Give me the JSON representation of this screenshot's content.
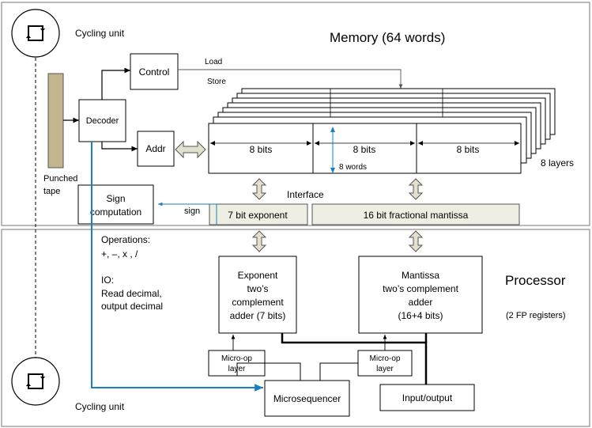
{
  "cycling_unit_top": "Cycling unit",
  "cycling_unit_bottom": "Cycling unit",
  "memory_title": "Memory (64 words)",
  "processor_title": "Processor",
  "processor_subtitle": "(2 FP registers)",
  "control": "Control",
  "decoder": "Decoder",
  "addr": "Addr",
  "load": "Load",
  "store": "Store",
  "punched_tape_line1": "Punched",
  "punched_tape_line2": "tape",
  "sign_computation_line1": "Sign",
  "sign_computation_line2": "computation",
  "sign": "sign",
  "interface": "Interface",
  "memory_bits": [
    "8 bits",
    "8 bits",
    "8 bits"
  ],
  "words": "8 words",
  "layers": "8 layers",
  "exponent_field": "7 bit exponent",
  "mantissa_field": "16 bit fractional mantissa",
  "operations_line1": "Operations:",
  "operations_line2": "+, –, x , /",
  "io_line1": "IO:",
  "io_line2": "Read decimal,",
  "io_line3": "output decimal",
  "exponent_adder": [
    "Exponent",
    "two’s",
    "complement",
    "adder (7 bits)"
  ],
  "mantissa_adder": [
    "Mantissa",
    "two’s complement",
    "adder",
    "(16+4 bits)"
  ],
  "microop_left": [
    "Micro-op",
    "layer"
  ],
  "microop_right": [
    "Micro-op",
    "layer"
  ],
  "microsequencer": "Microsequencer",
  "input_output": "Input/output",
  "colors": {
    "tape": "#c3b58d",
    "field": "#eeeee2",
    "arrow_fill": "#e3e0cd",
    "blue": "#1a7fc1",
    "frame": "#8c8c8c"
  }
}
